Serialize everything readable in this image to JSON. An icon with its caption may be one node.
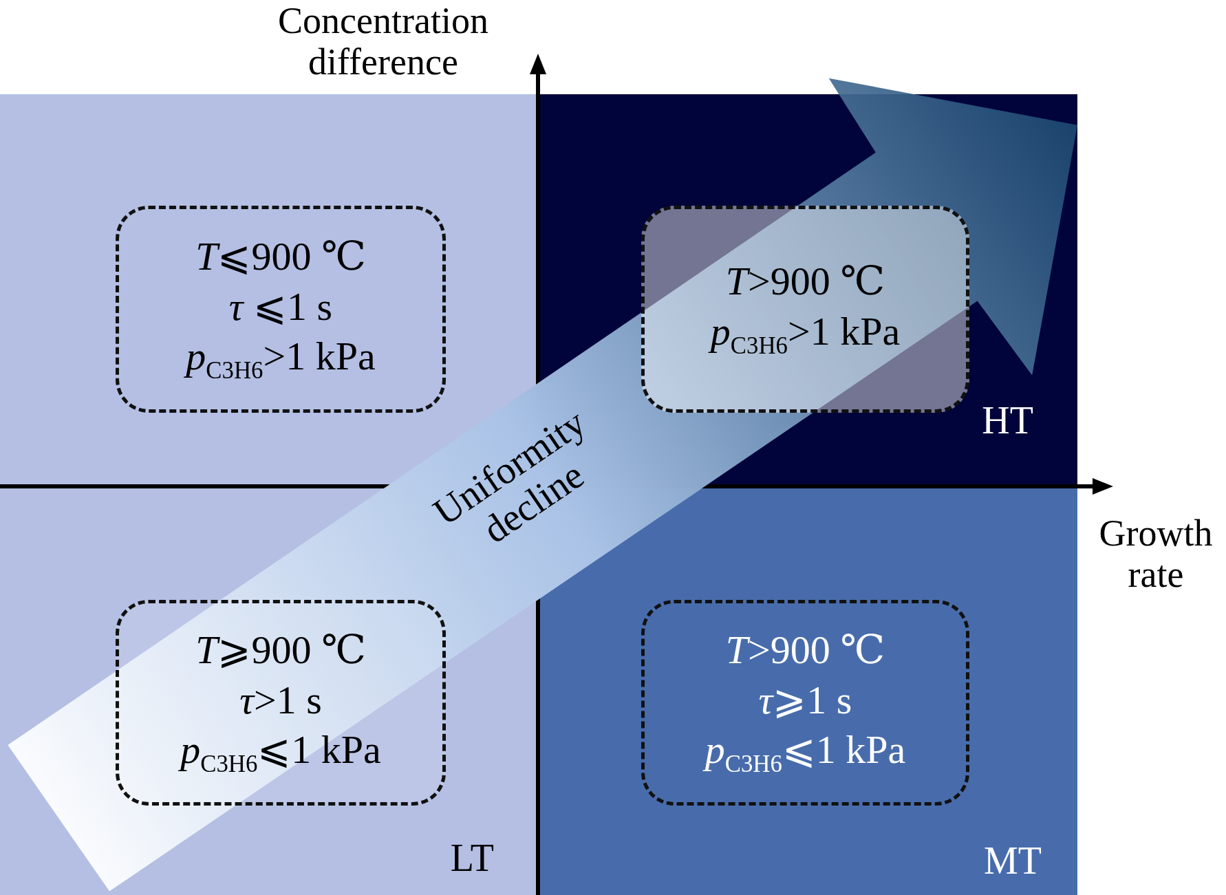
{
  "diagram": {
    "nodes": [
      {
        "text": [],
        "shape": "box"
      },
      {
        "text": [
          "*T*⩽900 ℃",
          "*τ* ⩽1 s",
          "*p*$_{C3H6}$>1 kPa"
        ],
        "in": 0
      },
      {
        "text": [
          "HT"
        ]
      },
      {
        "text": [
          "*T*>900 ℃",
          "*p*$_{C3H6}$>1 kPa"
        ],
        "in": 2
      },
      {
        "text": [
          "LT"
        ]
      },
      {
        "text": [
          "*T*⩾900 ℃",
          "*τ*>1 s",
          "*p*$_{C3H6}$⩽1 kPa"
        ],
        "in": 4
      },
      {
        "text": [
          "MT"
        ]
      },
      {
        "text": [
          "*T*>900 ℃",
          "*τ*⩾1 s",
          "*p*$_{C3H6}$⩽1 kPa"
        ],
        "in": 6
      }
    ],
    "labels": [
      "Concentration difference",
      "Uniformity decline",
      "Growth rate"
    ]
  }
}
